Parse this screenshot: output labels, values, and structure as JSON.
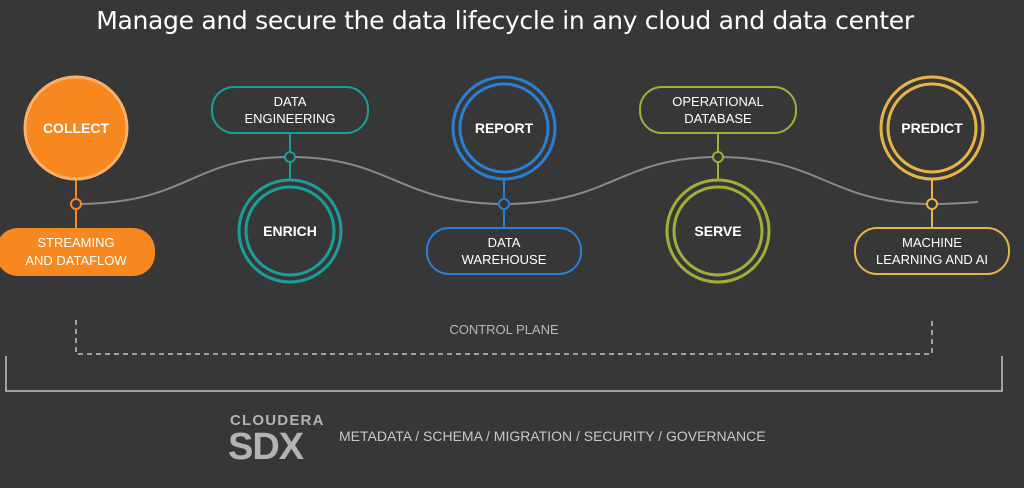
{
  "title": "Manage and secure the data lifecycle in any cloud and data center",
  "colors": {
    "background": "#373737",
    "collect": "#f7881f",
    "enrich": "#1a9e9b",
    "report": "#2a7fd4",
    "serve": "#a3ad3a",
    "predict": "#e6b54a",
    "curve": "#8a8a8a",
    "bracket": "#c4c4c4",
    "muted": "#b9b9b9"
  },
  "stages": {
    "collect": "COLLECT",
    "enrich": "ENRICH",
    "report": "REPORT",
    "serve": "SERVE",
    "predict": "PREDICT"
  },
  "pills": {
    "streaming": [
      "STREAMING",
      "AND DATAFLOW"
    ],
    "engineering": [
      "DATA",
      "ENGINEERING"
    ],
    "warehouse": [
      "DATA",
      "WAREHOUSE"
    ],
    "operational": [
      "OPERATIONAL",
      "DATABASE"
    ],
    "ml": [
      "MACHINE",
      "LEARNING AND AI"
    ]
  },
  "control_plane": "CONTROL PLANE",
  "sdx": {
    "brand": "CLOUDERA",
    "product": "SDX",
    "capabilities": "METADATA / SCHEMA / MIGRATION / SECURITY / GOVERNANCE"
  }
}
